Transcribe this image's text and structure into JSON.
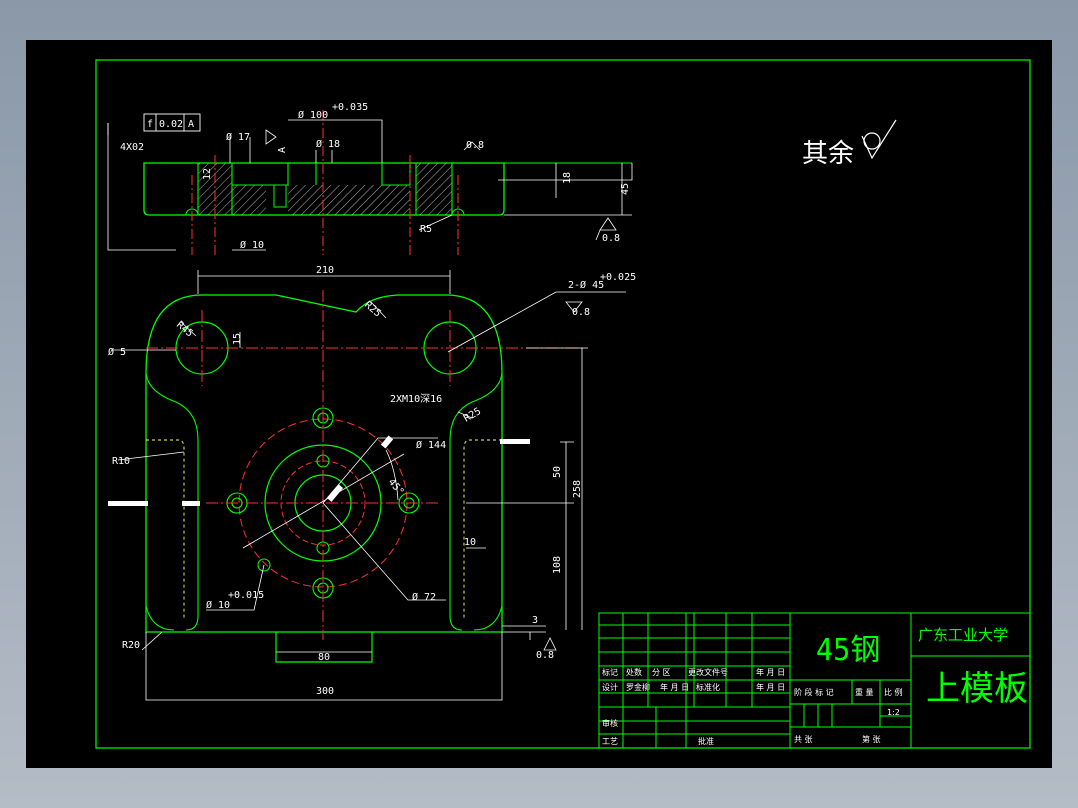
{
  "note_rest": "其余",
  "tolerance_frame": {
    "symbol": "f",
    "value": "0.02",
    "datum": "A"
  },
  "dims": {
    "chamfer": "4X02",
    "d17": "Ø 17",
    "d100": "Ø 100",
    "d100_tol": "+0.035",
    "arrow_datum": "A",
    "d18": "Ø 18",
    "r08_top": "0.8",
    "h12": "12",
    "h18": "18",
    "h45": "45",
    "d10": "Ø 10",
    "r5": "R5",
    "r08_side": "0.8",
    "w210": "210",
    "r25_top": "R25",
    "r45": "R45",
    "holes": "2-Ø 45",
    "holes_tol": "+0.025",
    "r08_holes": "0.8",
    "d5": "Ø 5",
    "h15": "15",
    "thread": "2XM10深16",
    "r25_side": "R25",
    "r10": "R10",
    "d144": "Ø 144",
    "ang45": "45°",
    "h50": "50",
    "h258": "258",
    "h10": "10",
    "h108": "108",
    "d72": "Ø 72",
    "d10b": "Ø 10",
    "d10b_tol": "+0.015",
    "r20": "R20",
    "w80": "80",
    "w300": "300",
    "h3": "3",
    "r08_bottom": "0.8"
  },
  "title_block": {
    "material": "45钢",
    "school": "广东工业大学",
    "part_name": "上模板",
    "scale": "1:2",
    "row_marks": [
      "标记",
      "处数",
      "分 区",
      "更改文件号",
      "年 月 日"
    ],
    "row_design": [
      "设计",
      "罗金柳",
      "年 月 日",
      "标准化",
      "年 月 日"
    ],
    "stage_header": [
      "阶 段 标 记",
      "重 量",
      "比 例"
    ],
    "row_review": "审核",
    "row_process": "工艺",
    "approve": "批准",
    "total_sheets": "共    张",
    "sheet_no": "第    张"
  }
}
